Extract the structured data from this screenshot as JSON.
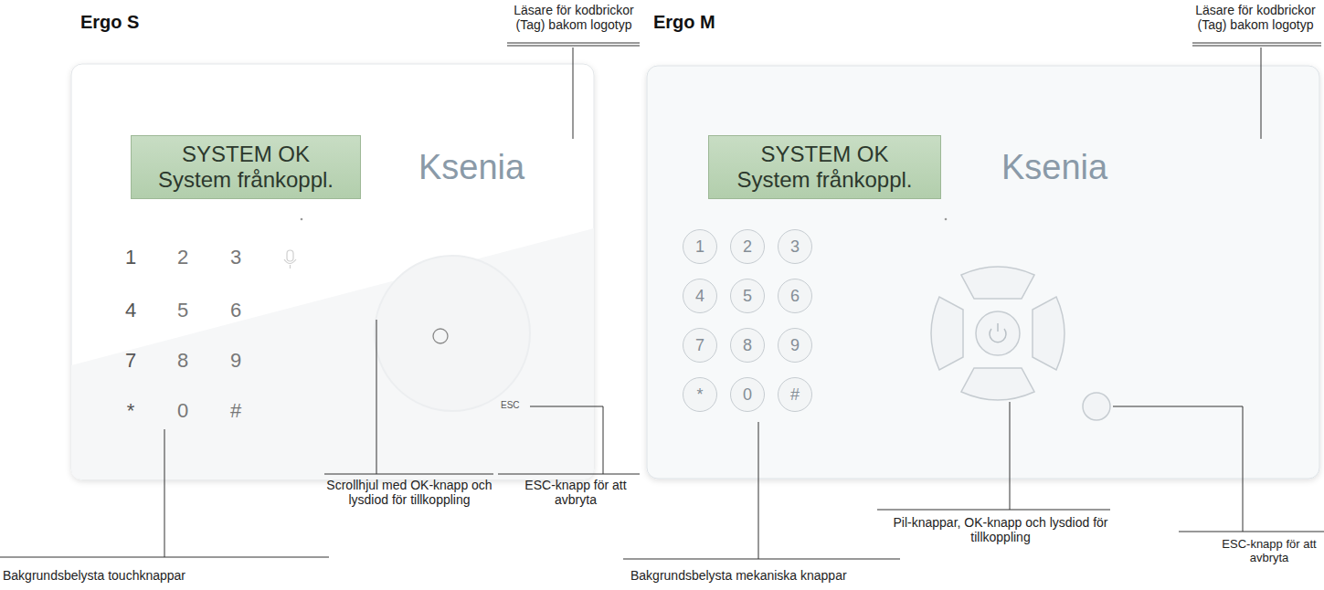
{
  "diagram": {
    "nodes": [
      {
        "text": [
          "Ergo S"
        ]
      },
      {
        "text": [
          "SYSTEM OK",
          "System frånkoppl."
        ],
        "in": 0
      },
      {
        "text": [
          "Ergo M"
        ]
      },
      {
        "text": [
          "SYSTEM OK",
          "System frånkoppl."
        ],
        "in": 2
      },
      {
        "text": [
          "1"
        ],
        "in": 2
      },
      {
        "text": [
          "2"
        ],
        "in": 2
      },
      {
        "text": [
          "3"
        ],
        "in": 2
      },
      {
        "text": [
          "4"
        ],
        "in": 2
      },
      {
        "text": [
          "5"
        ],
        "in": 2
      },
      {
        "text": [
          "6"
        ],
        "in": 2
      },
      {
        "text": [
          "7"
        ],
        "in": 2
      },
      {
        "text": [
          "8"
        ],
        "in": 2
      },
      {
        "text": [
          "9"
        ],
        "in": 2
      },
      {
        "text": [
          "*"
        ],
        "in": 2
      },
      {
        "text": [
          "0"
        ],
        "in": 2
      },
      {
        "text": [
          "#"
        ],
        "in": 2
      }
    ],
    "labels": [
      "Läsare för kodbrickor (Tag) bakom logotyp",
      "Läsare för kodbrickor (Tag) bakom logotyp",
      "Ksenia",
      "Ksenia",
      "1",
      "2",
      "3",
      "4",
      "5",
      "6",
      "7",
      "8",
      "9",
      "*",
      "0",
      "#",
      "ESC",
      "Scrollhjul med OK-knapp och lysdiod för tillkoppling",
      "ESC-knapp för att avbryta",
      "Pil-knappar, OK-knapp och lysdiod för tillkoppling",
      "ESC-knapp för att avbryta",
      "Bakgrundsbelysta touchknappar",
      "Bakgrundsbelysta mekaniska knappar"
    ]
  }
}
